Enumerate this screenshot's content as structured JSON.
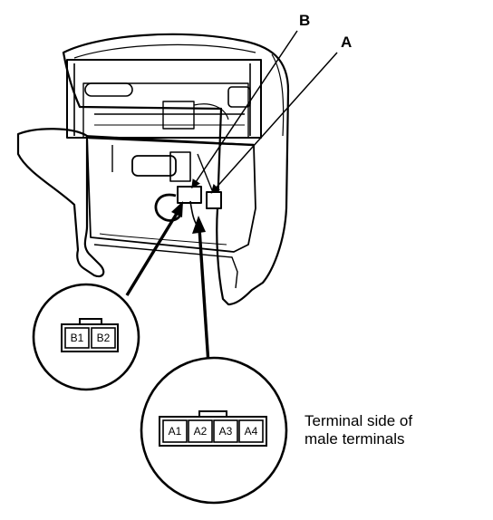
{
  "callouts": {
    "b": "B",
    "a": "A"
  },
  "connector_b": {
    "pins": [
      "B1",
      "B2"
    ]
  },
  "connector_a": {
    "pins": [
      "A1",
      "A2",
      "A3",
      "A4"
    ]
  },
  "caption": {
    "line1": "Terminal side of",
    "line2": "male terminals"
  },
  "colors": {
    "ink": "#000000",
    "paper": "#ffffff"
  }
}
